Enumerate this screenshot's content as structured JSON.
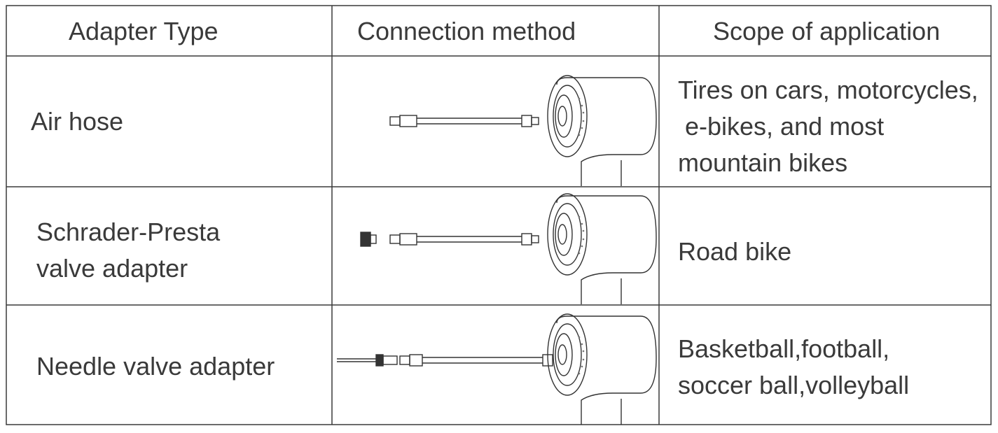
{
  "table": {
    "headers": [
      "Adapter Type",
      "Connection method",
      "Scope of application"
    ],
    "rows": [
      {
        "adapter_type": [
          "Air hose"
        ],
        "connection_illustration": "pump-with-air-hose",
        "scope": [
          "Tires on cars, motorcycles,",
          " e-bikes, and most",
          "mountain bikes"
        ]
      },
      {
        "adapter_type": [
          "Schrader-Presta",
          "valve adapter"
        ],
        "connection_illustration": "pump-with-schrader-presta-adapter",
        "scope": [
          "Road bike"
        ]
      },
      {
        "adapter_type": [
          "Needle valve adapter"
        ],
        "connection_illustration": "pump-with-needle-valve-adapter",
        "scope": [
          "Basketball,football,",
          "soccer ball,volleyball"
        ]
      }
    ]
  }
}
